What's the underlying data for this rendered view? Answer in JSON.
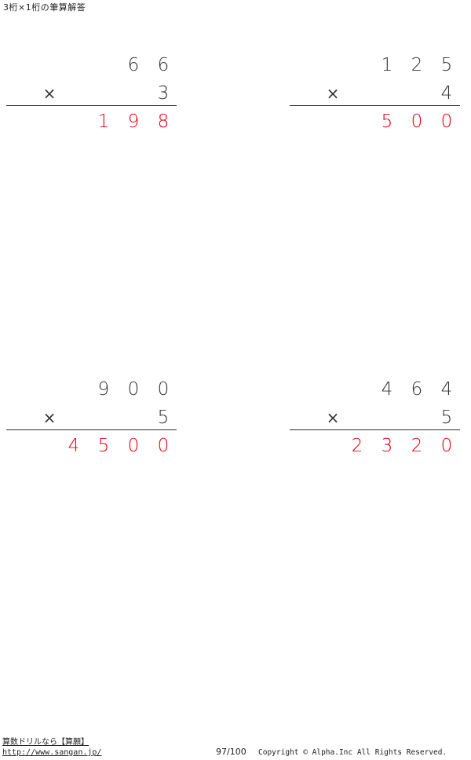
{
  "header": {
    "title": "3桁×1桁の筆算解答"
  },
  "problems": [
    {
      "multiplicand": [
        "",
        "6",
        "6"
      ],
      "multiplier": "3",
      "answer": [
        "",
        "1",
        "9",
        "8"
      ]
    },
    {
      "multiplicand": [
        "1",
        "2",
        "5"
      ],
      "multiplier": "4",
      "answer": [
        "",
        "5",
        "0",
        "0"
      ]
    },
    {
      "multiplicand": [
        "9",
        "0",
        "0"
      ],
      "multiplier": "5",
      "answer": [
        "4",
        "5",
        "0",
        "0"
      ]
    },
    {
      "multiplicand": [
        "4",
        "6",
        "4"
      ],
      "multiplier": "5",
      "answer": [
        "2",
        "3",
        "2",
        "0"
      ]
    }
  ],
  "symbols": {
    "times": "×"
  },
  "colors": {
    "answer": "#e60012",
    "text": "#333333"
  },
  "footer": {
    "brand": "算数ドリルなら【算願】",
    "url": "http://www.sangan.jp/",
    "page": "97/100",
    "copyright": "Copyright © Alpha.Inc All Rights Reserved."
  }
}
